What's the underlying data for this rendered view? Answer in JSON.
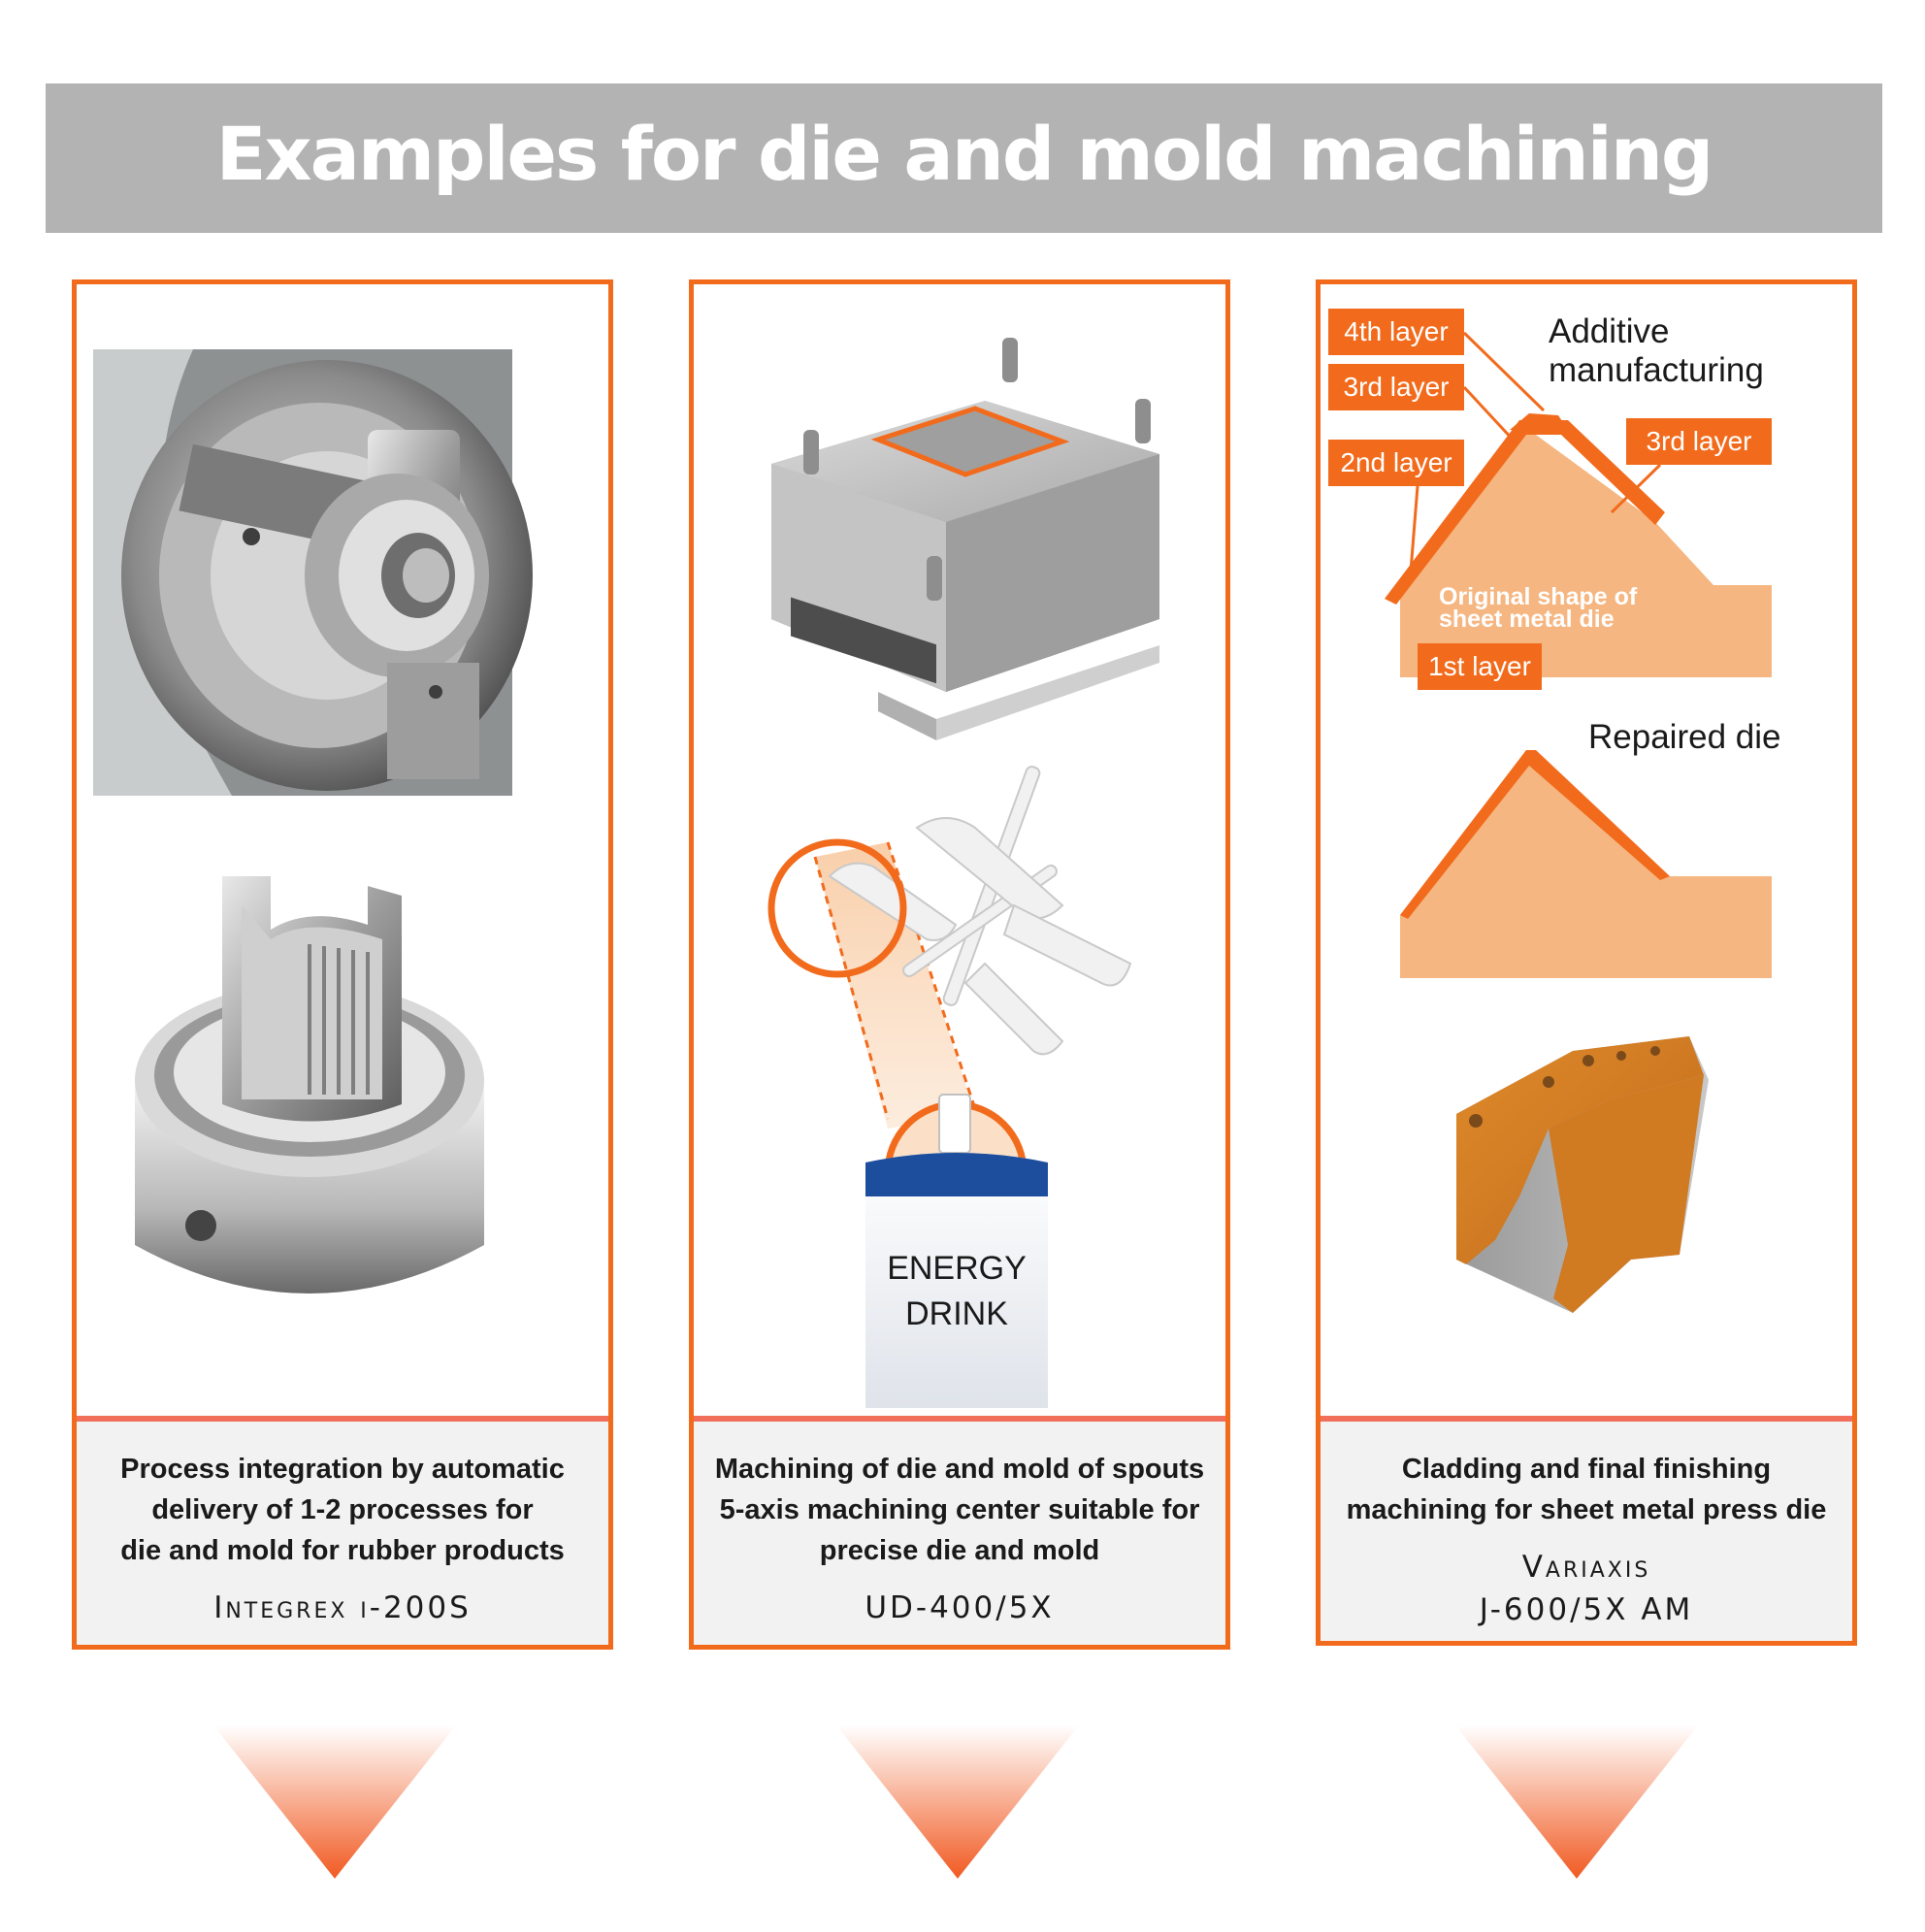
{
  "header": {
    "title": "Examples for die and mold machining"
  },
  "colors": {
    "accent": "#f26b1d",
    "header_bg": "#b3b3b3",
    "caption_bg": "#f2f2f2",
    "die_fill": "#f5b681",
    "layer": "#f26b1d"
  },
  "panels": [
    {
      "caption": [
        "Process integration by automatic",
        "delivery of 1-2 processes for",
        "die and mold for rubber products"
      ],
      "model": [
        "Integrex i-200S"
      ]
    },
    {
      "caption": [
        "Machining of die and mold of spouts",
        "5-axis machining center suitable for",
        "precise die and mold"
      ],
      "model": [
        "UD-400/5X"
      ],
      "pouch_text": [
        "ENERGY",
        "DRINK"
      ]
    },
    {
      "caption": [
        "Cladding and final finishing",
        "machining for sheet metal press die"
      ],
      "model": [
        "Variaxis",
        "J-600/5X AM"
      ],
      "diagram": {
        "heading": [
          "Additive",
          "manufacturing"
        ],
        "layer_labels": [
          "4th layer",
          "3rd layer",
          "2nd layer",
          "1st layer",
          "3rd layer"
        ],
        "original_shape": [
          "Original shape of",
          "sheet metal die"
        ],
        "repaired_label": "Repaired die"
      }
    }
  ]
}
